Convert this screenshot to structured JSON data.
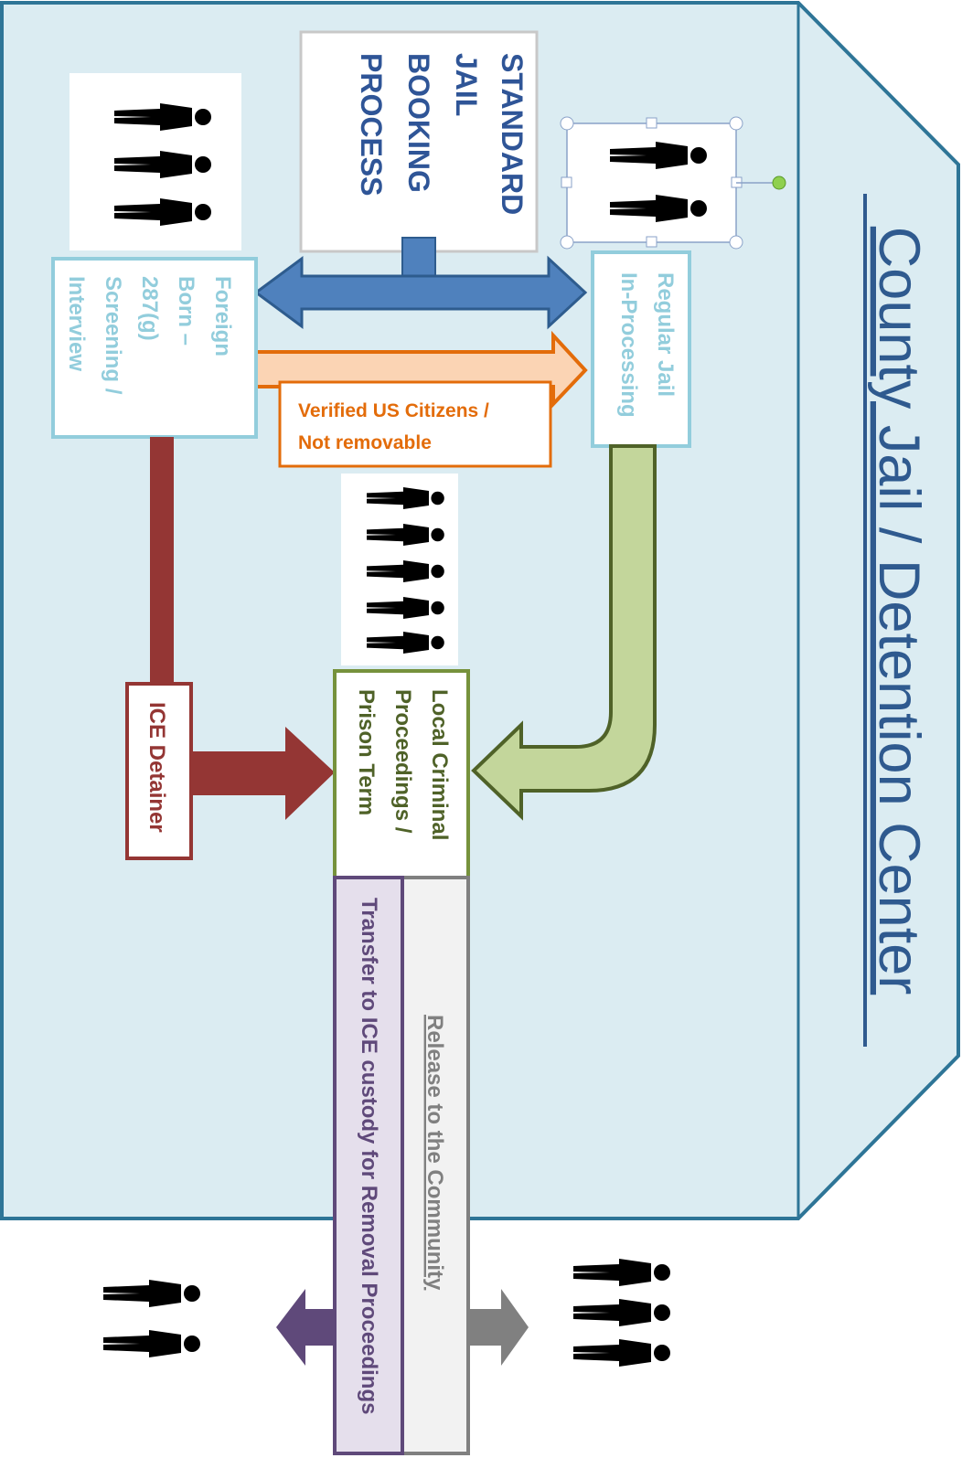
{
  "title": "County Jail / Detention Center",
  "booking": {
    "lines": [
      "STANDARD",
      "JAIL",
      "BOOKING",
      "PROCESS"
    ]
  },
  "foreign_born": {
    "lines": [
      "Foreign",
      "Born –",
      "287(g)",
      "Screening /",
      "Interview"
    ]
  },
  "regular_jail": {
    "lines": [
      "Regular Jail",
      "In-Processing"
    ]
  },
  "verified": {
    "lines": [
      "Verified US Citizens /",
      "Not removable"
    ]
  },
  "local_criminal": {
    "lines": [
      "Local Criminal",
      "Proceedings /",
      "Prison Term"
    ]
  },
  "ice_detainer": {
    "label": "ICE Detainer"
  },
  "release": {
    "label": "Release to the Community"
  },
  "transfer": {
    "label": "Transfer to ICE custody for Removal Proceedings"
  },
  "colors": {
    "background_panel": "#dbecf2",
    "panel_border": "#2e7597",
    "title": "#2f5a8f",
    "booking_text": "#2f5597",
    "blue_arrow": "#4f81bd",
    "orange": "#e36c0a",
    "orange_fill": "#fbd4b4",
    "light_blue_text": "#92cddc",
    "green_border": "#76923c",
    "green_fill": "#c3d69b",
    "green_text": "#4f6228",
    "red": "#943634",
    "purple": "#5f497a",
    "purple_fill": "#e5dfec",
    "gray": "#808080",
    "gray_fill": "#f2f2f2"
  }
}
